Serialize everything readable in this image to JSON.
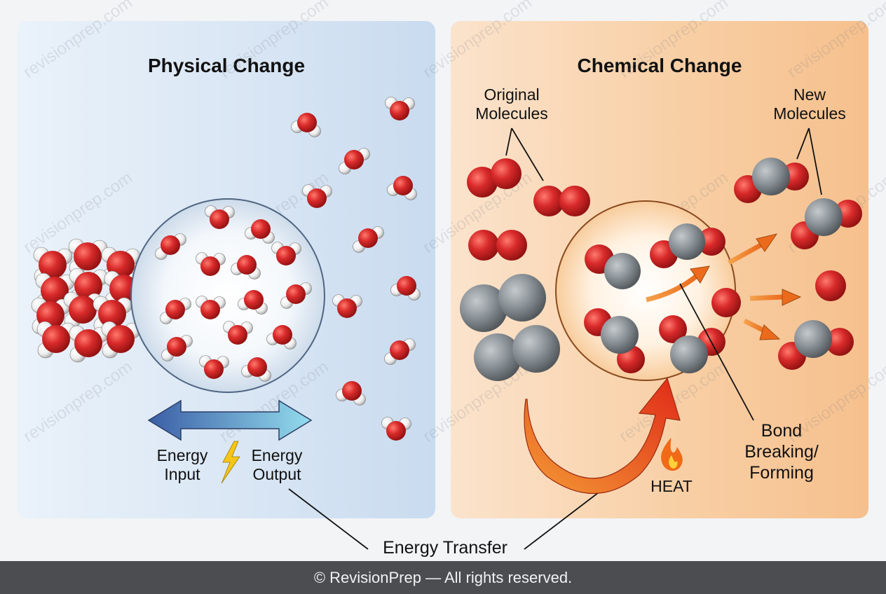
{
  "physical": {
    "title": "Physical Change",
    "energy_input_label": "Energy\nInput",
    "energy_output_label": "Energy\nOutput"
  },
  "chemical": {
    "title": "Chemical Change",
    "original_label": "Original\nMolecules",
    "new_label": "New\nMolecules",
    "bond_label": "Bond\nBreaking/\nForming",
    "heat_label": "HEAT"
  },
  "energy_transfer_label": "Energy Transfer",
  "footer": "© RevisionPrep — All rights reserved.",
  "watermark": "revisionprep.com",
  "colors": {
    "oxygen": "#d42a2a",
    "hydrogen": "#f4f4f4",
    "carbon": "#8a9196",
    "arrow_blue": "#3e63a8",
    "arrow_cyan": "#8fd8ea",
    "arrow_orange": "#f07a1e",
    "arrow_red": "#e0301a"
  }
}
